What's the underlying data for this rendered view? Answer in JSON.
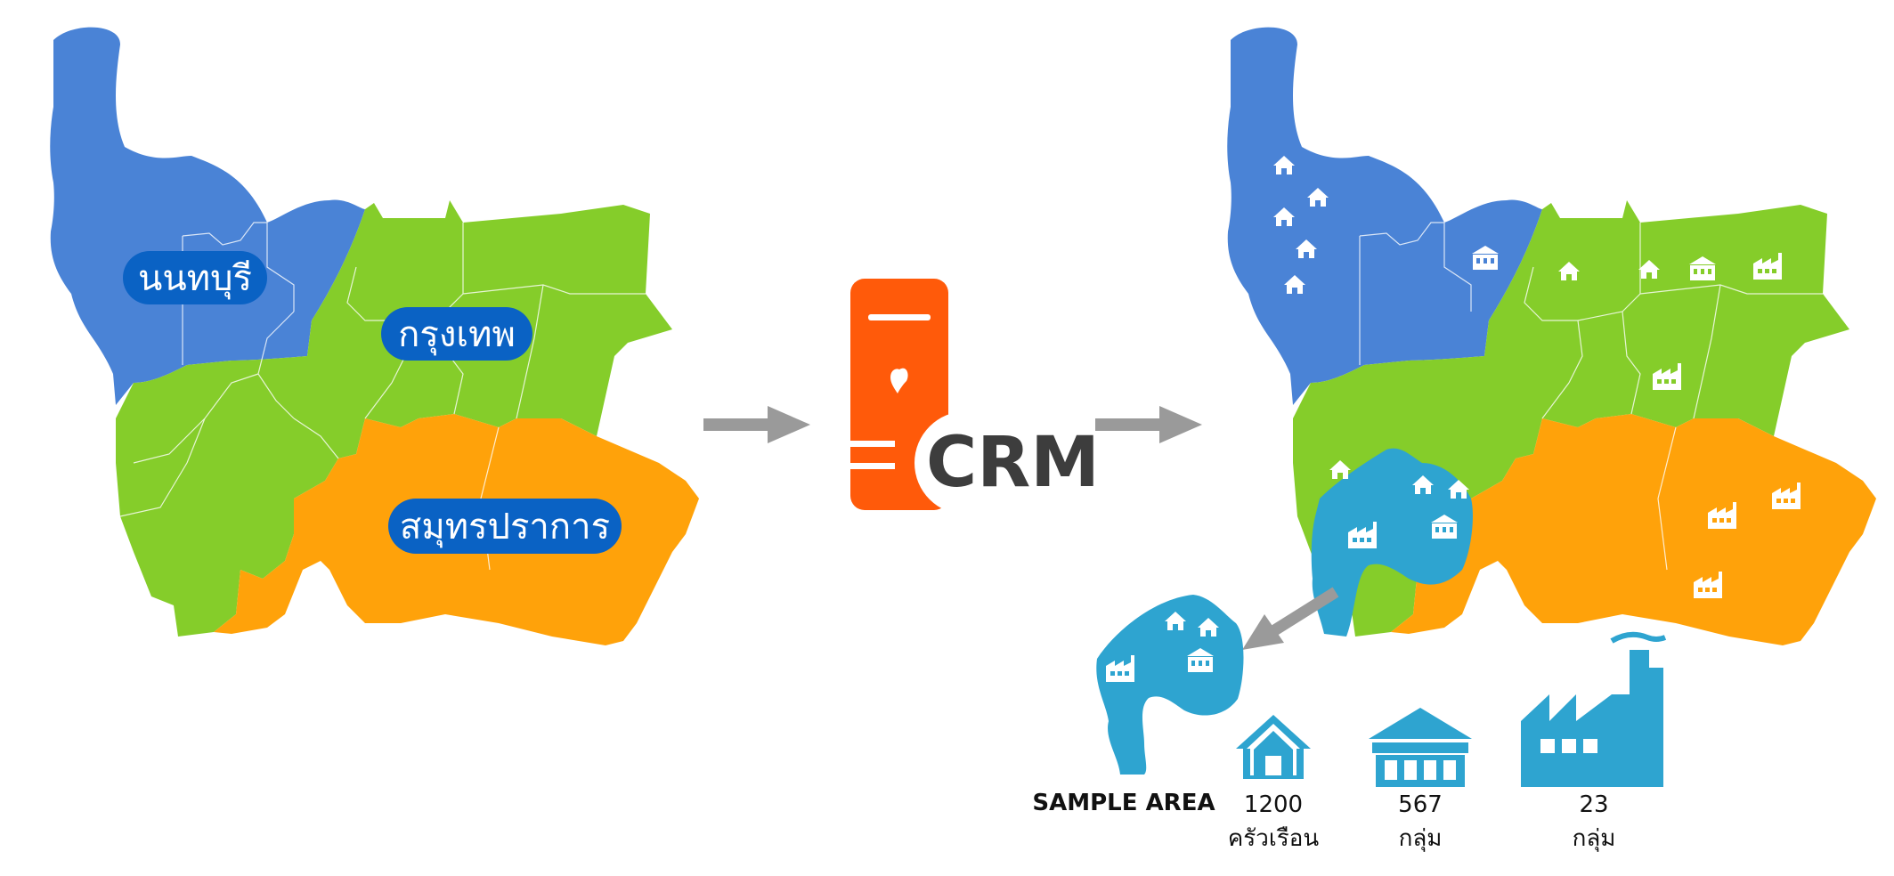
{
  "colors": {
    "nonthaburi": "#4a83d6",
    "bangkok": "#85cd2a",
    "samutprakan": "#ffa20a",
    "sample": "#2ea4d0",
    "label_pill": "#0a62c4",
    "crm_server": "#ff5a0a",
    "arrow": "#9a9a9a",
    "icon_blue": "#2ea4d0"
  },
  "left_map": {
    "labels": {
      "nonthaburi": "นนทบุรี",
      "bangkok": "กรุงเทพ",
      "samutprakan": "สมุทรปราการ"
    }
  },
  "crm": {
    "label": "CRM",
    "icon": "server-icon"
  },
  "sample": {
    "area_label": "SAMPLE AREA",
    "stats": [
      {
        "icon": "house-icon",
        "value": "1200",
        "unit": "ครัวเรือน"
      },
      {
        "icon": "building-icon",
        "value": "567",
        "unit": "กลุ่ม"
      },
      {
        "icon": "factory-icon",
        "value": "23",
        "unit": "กลุ่ม"
      }
    ]
  }
}
